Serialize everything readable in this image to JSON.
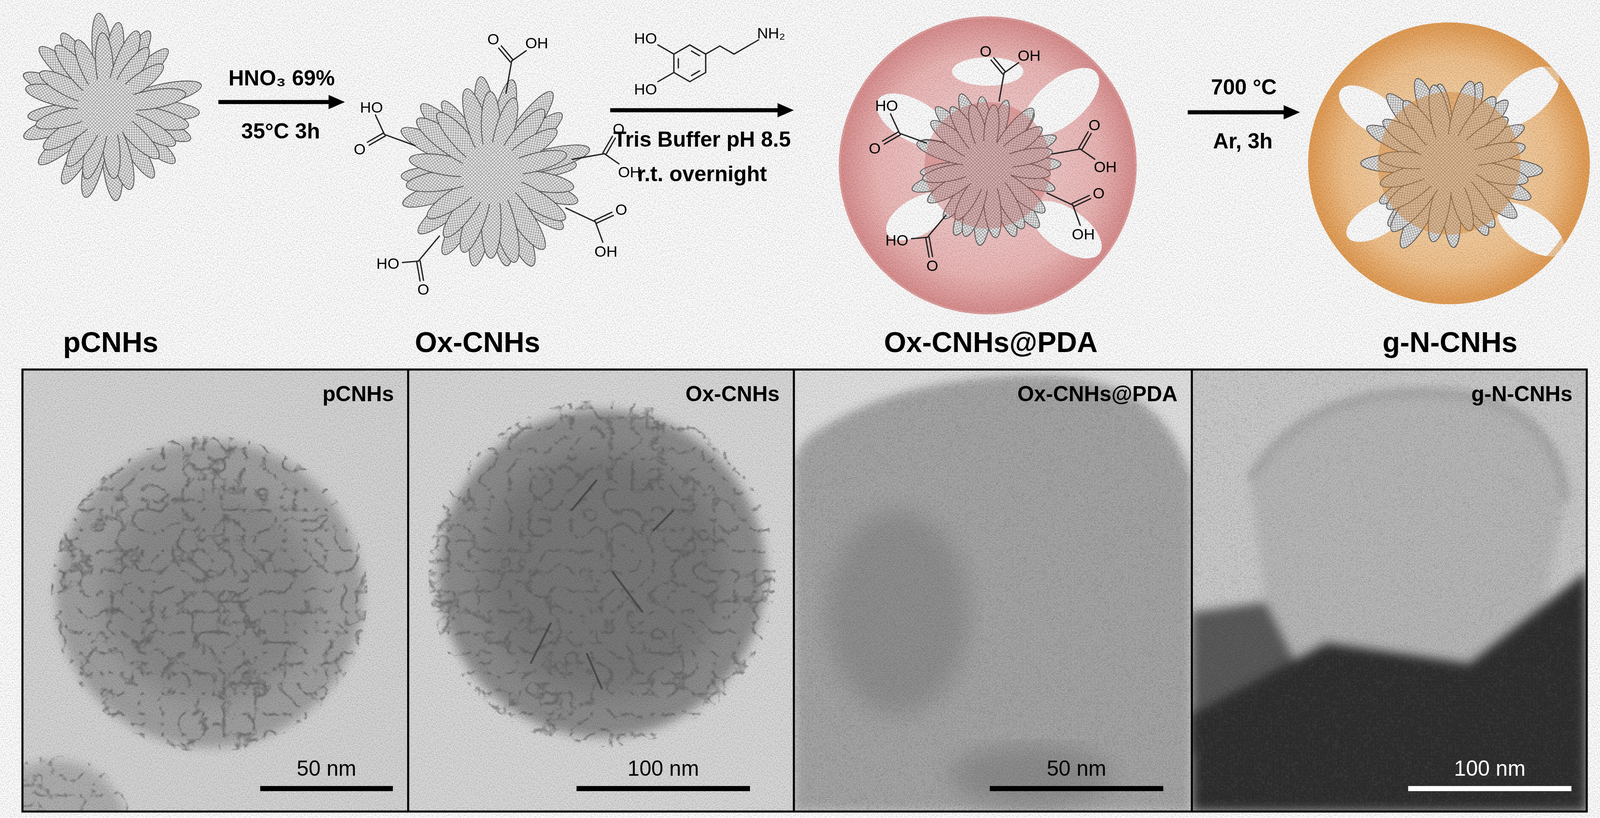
{
  "diagram": {
    "nodes": [
      {
        "text": [
          "pCNHs"
        ]
      },
      {
        "text": [
          "Ox-CNHs"
        ]
      },
      {
        "text": [
          "Ox-CNHs@PDA"
        ]
      },
      {
        "text": [
          "g-N-CNHs"
        ]
      },
      {
        "text": [
          "pCNHs",
          "50 nm"
        ]
      },
      {
        "text": [
          "Ox-CNHs",
          "100 nm"
        ]
      },
      {
        "text": [
          "Ox-CNHs@PDA",
          "50 nm"
        ]
      },
      {
        "text": [
          "g-N-CNHs",
          "100 nm"
        ]
      }
    ],
    "edges": [
      {
        "from": 0,
        "to": 1,
        "arrow": "to",
        "label": "HNO₃ 69%"
      },
      {
        "from": 1,
        "to": 2,
        "arrow": "to",
        "label": "Tris Buffer pH 8.5"
      },
      {
        "from": 2,
        "to": 3,
        "arrow": "to",
        "label": "700 °C"
      }
    ],
    "labels": [
      "35°C 3h",
      "r.t. overnight",
      "Ar, 3h",
      "HO",
      "HO",
      "NH₂",
      "O",
      "OH",
      "HO",
      "O",
      "O",
      "OH",
      "O",
      "OH",
      "HO",
      "O",
      "O",
      "OH",
      "HO",
      "O",
      "O",
      "OH",
      "O",
      "OH",
      "HO",
      "O"
    ]
  }
}
